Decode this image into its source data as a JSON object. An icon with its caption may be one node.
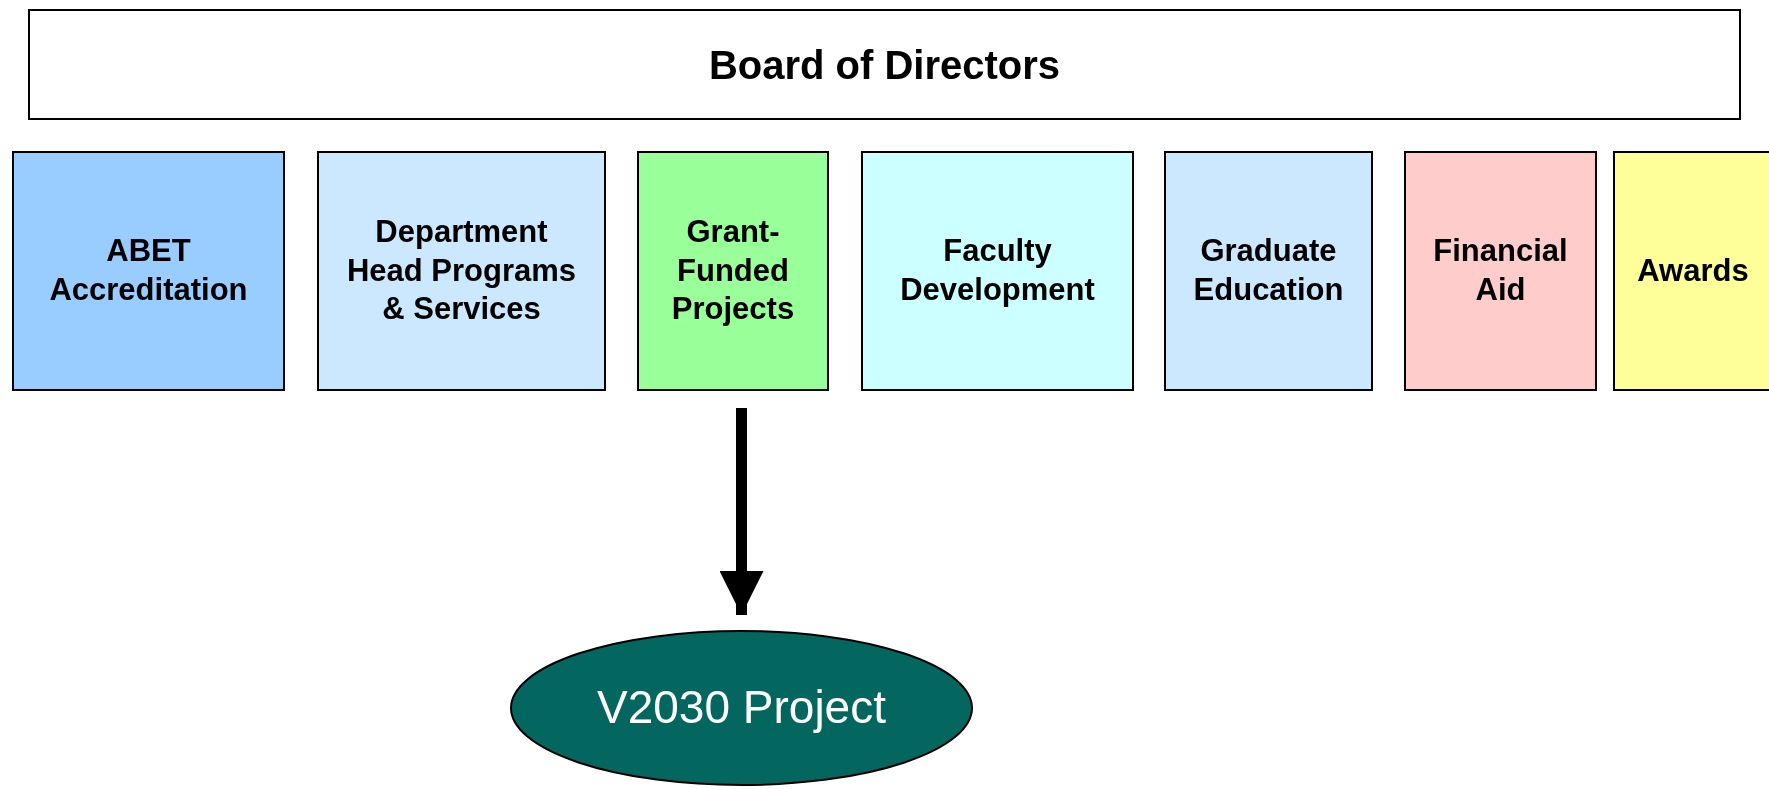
{
  "diagram": {
    "nodes": [
      {
        "text": [
          "Board of Directors"
        ]
      },
      {
        "text": [
          "ABET Accreditation"
        ]
      },
      {
        "text": [
          "Department Head Programs & Services"
        ]
      },
      {
        "text": [
          "Grant-Funded Projects"
        ]
      },
      {
        "text": [
          "Faculty Development"
        ]
      },
      {
        "text": [
          "Graduate Education"
        ]
      },
      {
        "text": [
          "Financial Aid"
        ]
      },
      {
        "text": [
          "Awards"
        ]
      },
      {
        "text": [
          "V2030 Project"
        ]
      }
    ],
    "edges": [
      {
        "from": 3,
        "to": 8,
        "arrow": "to"
      }
    ]
  }
}
